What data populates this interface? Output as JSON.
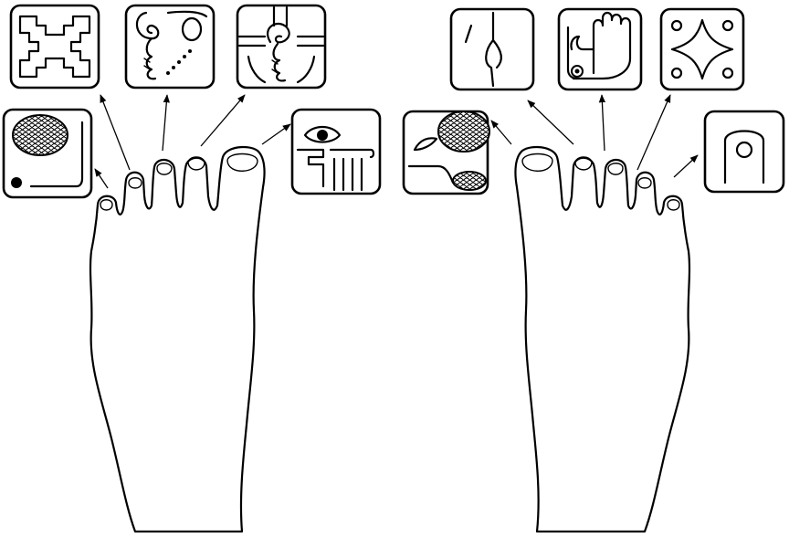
{
  "diagram": {
    "ink_color": "#000000",
    "background_color": "#ffffff",
    "feet": [
      {
        "name": "left-foot",
        "glyphs": [
          "stepped-cross-glyph",
          "face-with-scroll-glyph",
          "crossed-face-glyph",
          "netted-cartouche-glyph",
          "eye-head-glyph"
        ]
      },
      {
        "name": "right-foot",
        "glyphs": [
          "split-curve-glyph",
          "hand-glyph",
          "four-point-star-glyph",
          "netted-head-glyph",
          "arch-circle-glyph"
        ]
      }
    ]
  }
}
